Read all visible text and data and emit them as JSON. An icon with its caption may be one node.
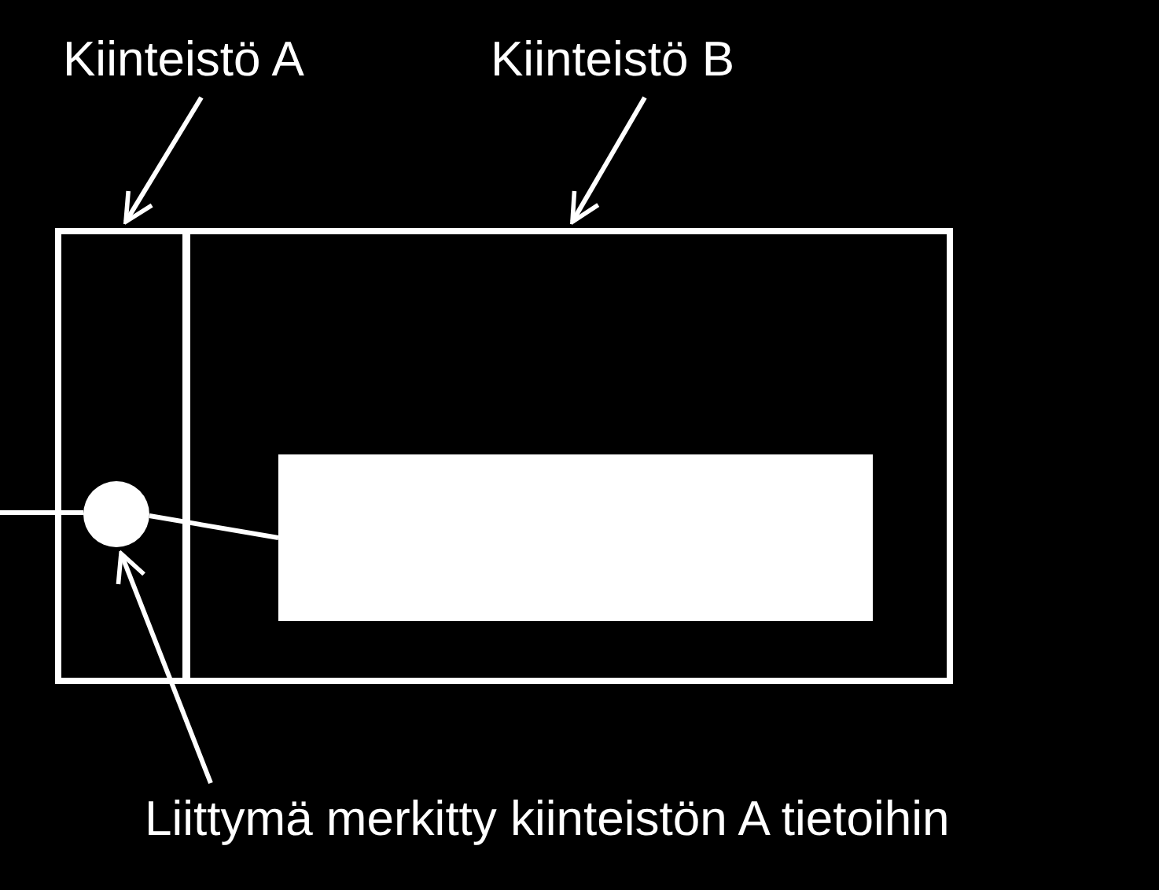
{
  "diagram": {
    "nodes": [
      {
        "text": [
          "Kiinteistö A"
        ]
      },
      {
        "text": [
          "Kiinteistö B"
        ]
      },
      {
        "text": [],
        "shape": "box"
      },
      {
        "text": [],
        "shape": "box"
      },
      {
        "text": [],
        "shape": "box",
        "in": 3
      },
      {
        "text": [],
        "shape": "circle",
        "in": 2
      },
      {
        "text": [
          "Liittymä merkitty kiinteistön A tietoihin"
        ]
      }
    ],
    "edges": [
      {
        "from": 0,
        "to": 2,
        "arrow": "to"
      },
      {
        "from": 1,
        "to": 3,
        "arrow": "to"
      },
      {
        "from": 6,
        "to": 5,
        "arrow": "to"
      },
      {
        "from": null,
        "to": 5,
        "arrow": "none"
      },
      {
        "from": 5,
        "to": 4,
        "arrow": "none"
      }
    ]
  }
}
